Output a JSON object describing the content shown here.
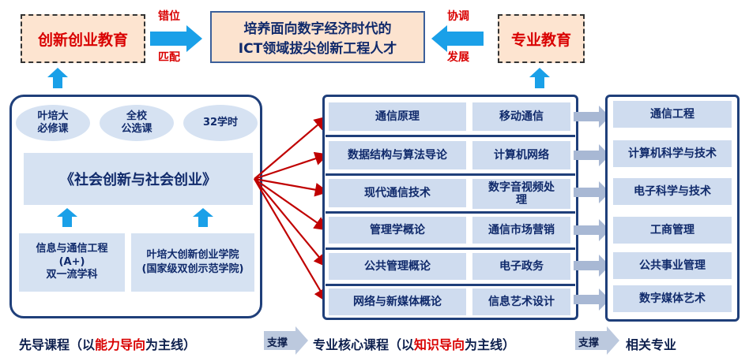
{
  "top": {
    "left_box": "创新创业教育",
    "center_box_line1": "培养面向数字经济时代的",
    "center_box_line2": "ICT领域拔尖创新工程人才",
    "right_box": "专业教育",
    "left_arrow_top": "错位",
    "left_arrow_bottom": "匹配",
    "right_arrow_top": "协调",
    "right_arrow_bottom": "发展"
  },
  "left_panel": {
    "ovals": [
      {
        "line1": "叶培大",
        "line2": "必修课"
      },
      {
        "line1": "全校",
        "line2": "公选课"
      },
      {
        "line1": "32学时",
        "line2": ""
      }
    ],
    "main_course": "《社会创新与社会创业》",
    "bottom_left": {
      "line1": "信息与通信工程",
      "line2": "(A+)",
      "line3": "双一流学科"
    },
    "bottom_right": {
      "line1": "叶培大创新创业学院",
      "line2": "(国家级双创示范学院)"
    }
  },
  "core_courses": {
    "rows": [
      {
        "left": "通信原理",
        "right": "移动通信"
      },
      {
        "left": "数据结构与算法导论",
        "right": "计算机网络"
      },
      {
        "left": "现代通信技术",
        "right": "数字音视频处理"
      },
      {
        "left": "管理学概论",
        "right": "通信市场营销"
      },
      {
        "left": "公共管理概论",
        "right": "电子政务"
      },
      {
        "left": "网络与新媒体概论",
        "right": "信息艺术设计"
      }
    ]
  },
  "majors": {
    "items": [
      "通信工程",
      "计算机科学与技术",
      "电子科学与技术",
      "工商管理",
      "公共事业管理",
      "数字媒体艺术"
    ]
  },
  "bottom": {
    "left_prefix": "先导课程（以",
    "left_highlight": "能力导向",
    "left_suffix": "为主线）",
    "support1": "支撑",
    "middle_prefix": "专业核心课程（以",
    "middle_highlight": "知识导向",
    "middle_suffix": "为主线）",
    "support2": "支撑",
    "right": "相关专业"
  },
  "colors": {
    "navy": "#1f3f7a",
    "red": "#d90000",
    "cell_blue": "#cfdcef",
    "arrow_blue": "#1aa0e8",
    "peach": "#fce3cf"
  }
}
